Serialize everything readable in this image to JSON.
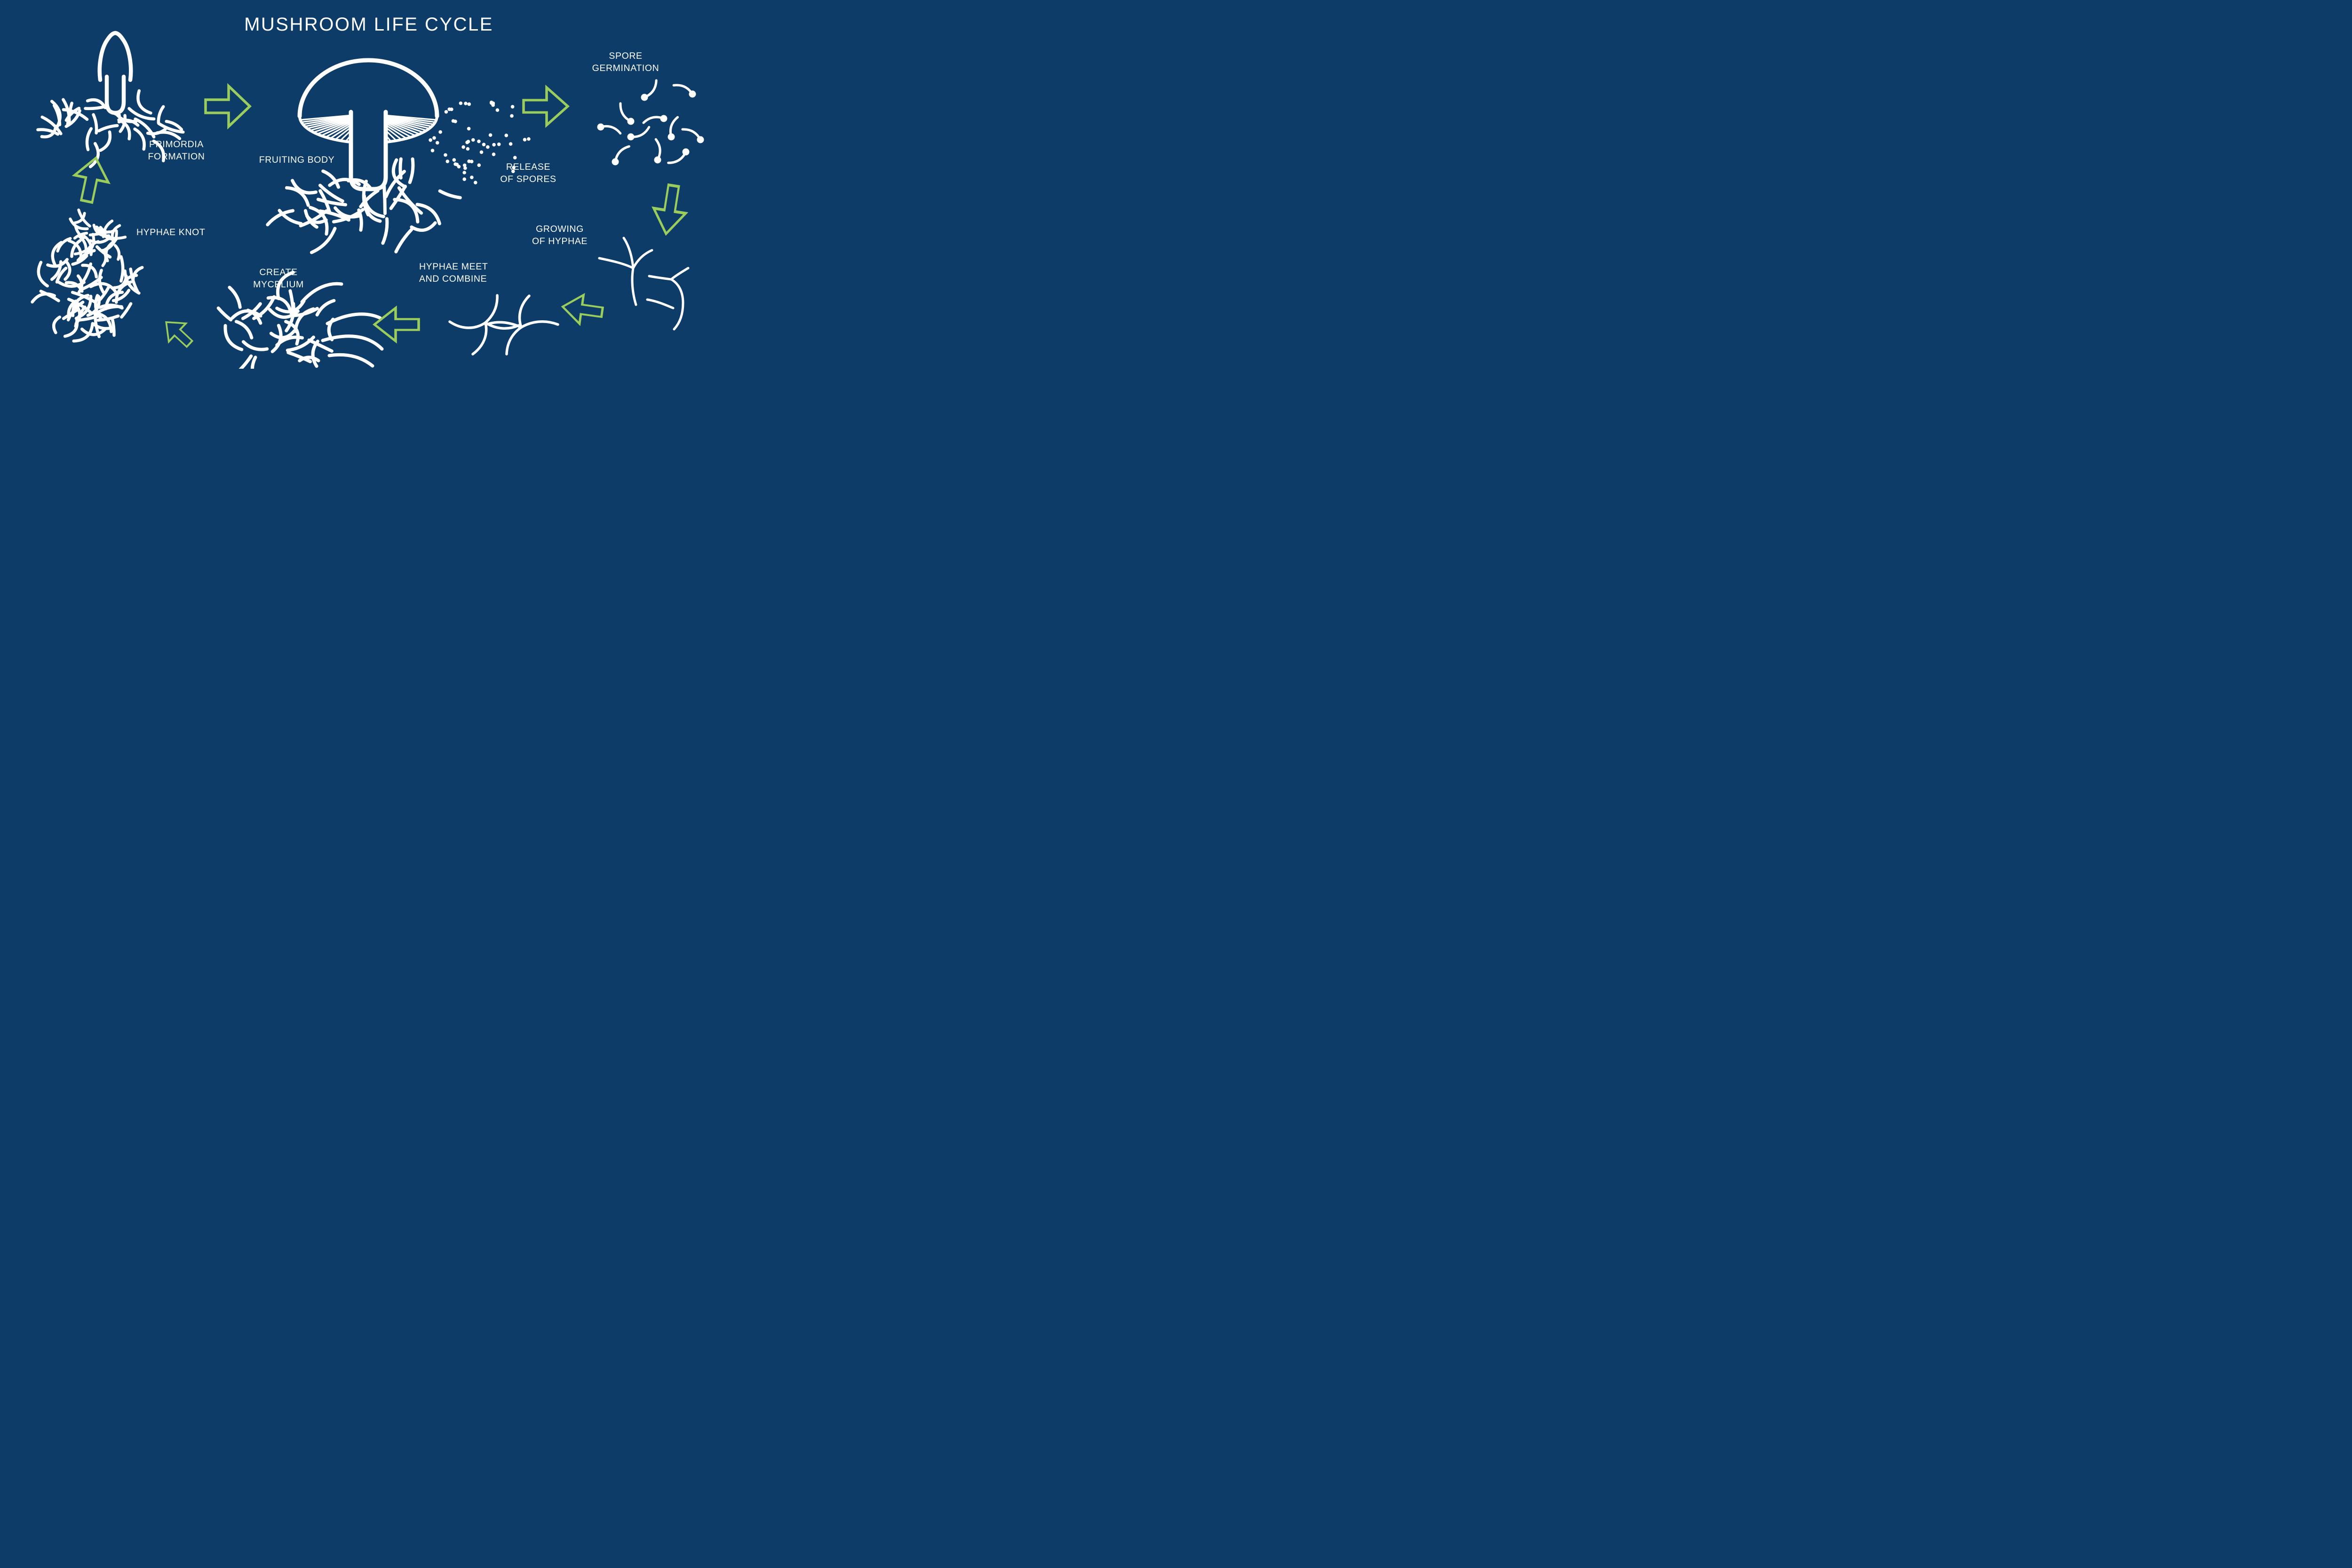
{
  "title": "MUSHROOM LIFE CYCLE",
  "colors": {
    "background": "#0d3c68",
    "arrow_accent": "#9acd5c",
    "illustration_ink": "#ffffff"
  },
  "stages": [
    {
      "id": "primordia-formation",
      "lines": [
        "PRIMORDIA",
        "FORMATION"
      ]
    },
    {
      "id": "fruiting-body",
      "lines": [
        "FRUITING BODY"
      ]
    },
    {
      "id": "release-of-spores",
      "lines": [
        "RELEASE",
        "OF SPORES"
      ]
    },
    {
      "id": "spore-germination",
      "lines": [
        "SPORE",
        "GERMINATION"
      ]
    },
    {
      "id": "growing-of-hyphae",
      "lines": [
        "GROWING",
        "OF HYPHAE"
      ]
    },
    {
      "id": "hyphae-meet-and-combine",
      "lines": [
        "HYPHAE MEET",
        "AND COMBINE"
      ]
    },
    {
      "id": "create-mycelium",
      "lines": [
        "CREATE",
        "MYCELIUM"
      ]
    },
    {
      "id": "hyphae-knot",
      "lines": [
        "HYPHAE KNOT"
      ]
    }
  ]
}
